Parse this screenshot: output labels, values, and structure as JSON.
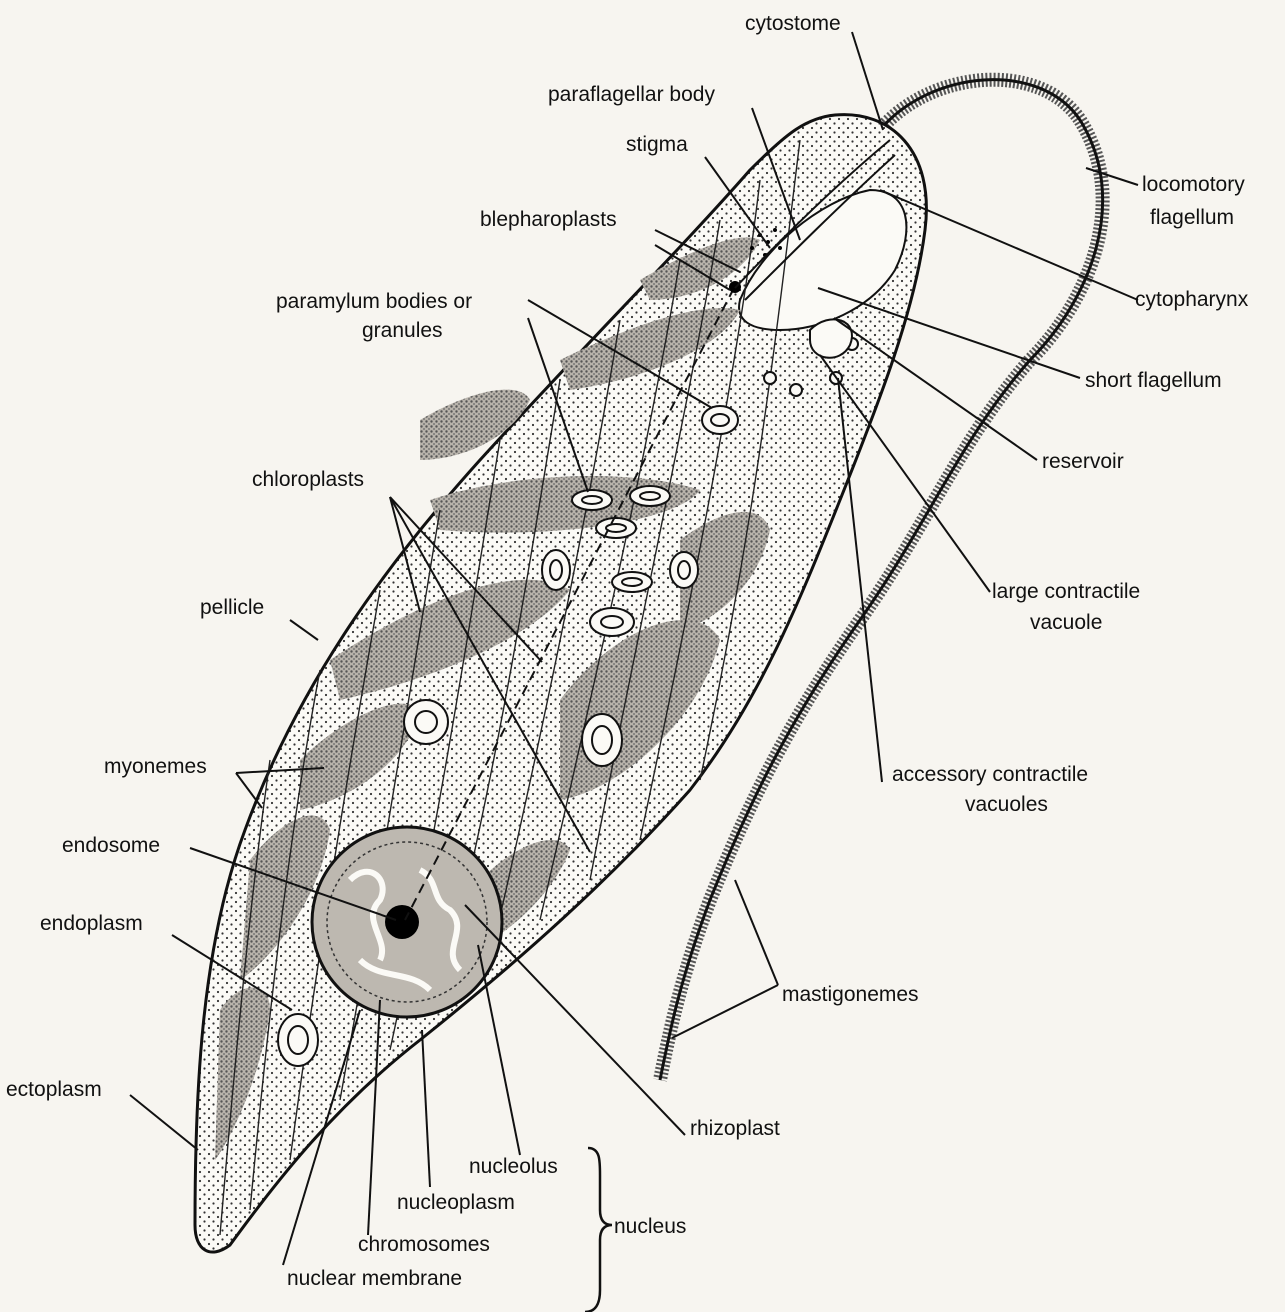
{
  "diagram": {
    "subject": "Euglena",
    "labels": {
      "cytostome": "cytostome",
      "paraflagellar_body": "paraflagellar body",
      "stigma": "stigma",
      "blepharoplasts": "blepharoplasts",
      "paramylum_line1": "paramylum bodies or",
      "paramylum_line2": "granules",
      "chloroplasts": "chloroplasts",
      "pellicle": "pellicle",
      "myonemes": "myonemes",
      "endosome": "endosome",
      "endoplasm": "endoplasm",
      "ectoplasm": "ectoplasm",
      "locomotory_line1": "locomotory",
      "locomotory_line2": "flagellum",
      "cytopharynx": "cytopharynx",
      "short_flagellum": "short flagellum",
      "reservoir": "reservoir",
      "large_cv_line1": "large contractile",
      "large_cv_line2": "vacuole",
      "accessory_cv_line1": "accessory contractile",
      "accessory_cv_line2": "vacuoles",
      "mastigonemes": "mastigonemes",
      "rhizoplast": "rhizoplast",
      "nucleolus": "nucleolus",
      "nucleoplasm": "nucleoplasm",
      "chromosomes": "chromosomes",
      "nuclear_membrane": "nuclear membrane",
      "nucleus": "nucleus"
    }
  }
}
